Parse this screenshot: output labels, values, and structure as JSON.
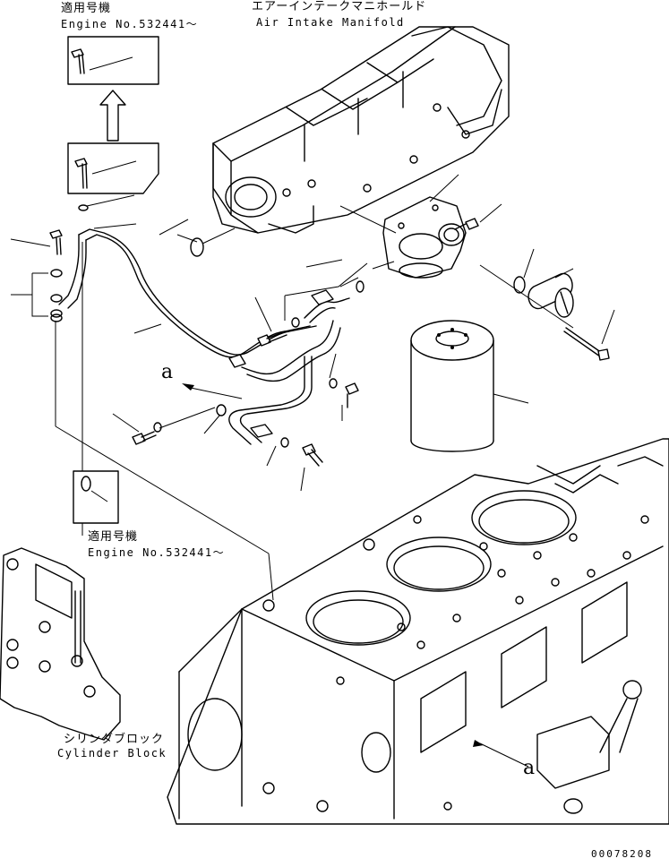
{
  "labels": {
    "manifold_jp": "エアーインテークマニホールド",
    "manifold_en": "Air Intake Manifold",
    "applicable_top_jp": "適用号機",
    "applicable_top_en": "Engine No.532441～",
    "applicable_mid_jp": "適用号機",
    "applicable_mid_en": "Engine No.532441～",
    "cylinder_jp": "シリンダブロック",
    "cylinder_en": "Cylinder Block",
    "view_letter_1": "a",
    "view_letter_2": "a",
    "drawing_id": "00078208"
  }
}
